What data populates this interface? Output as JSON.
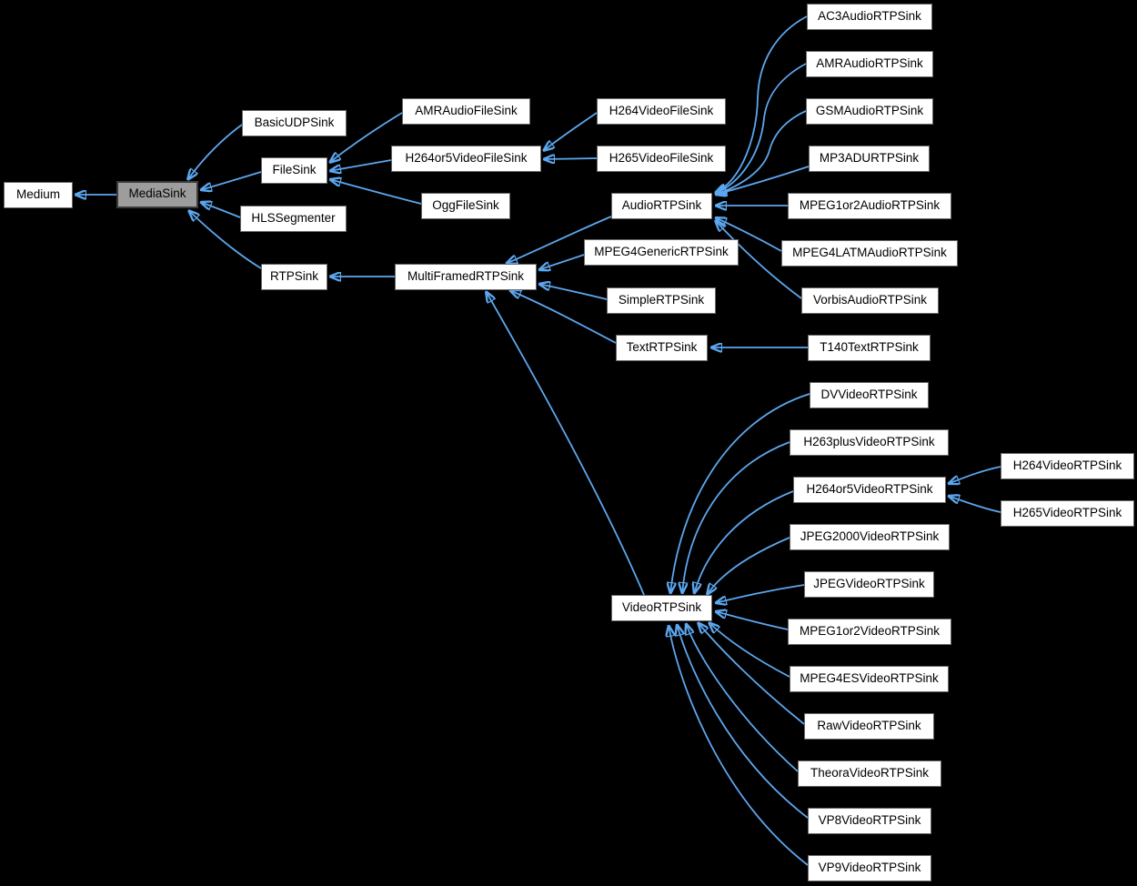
{
  "diagram": {
    "kind": "class-inheritance-graph",
    "colors": {
      "background": "#000000",
      "edge": "#5ca7ef",
      "node_fill": "#ffffff",
      "node_border": "#696969",
      "node_text": "#000000",
      "highlight_fill": "#9d9d9d",
      "highlight_border": "#3c3c3c"
    },
    "nodes": [
      {
        "label": "Medium"
      },
      {
        "label": "MediaSink",
        "highlighted": true
      },
      {
        "label": "BasicUDPSink"
      },
      {
        "label": "FileSink"
      },
      {
        "label": "HLSSegmenter"
      },
      {
        "label": "RTPSink"
      },
      {
        "label": "AMRAudioFileSink"
      },
      {
        "label": "H264or5VideoFileSink"
      },
      {
        "label": "OggFileSink"
      },
      {
        "label": "MultiFramedRTPSink"
      },
      {
        "label": "H264VideoFileSink"
      },
      {
        "label": "H265VideoFileSink"
      },
      {
        "label": "AudioRTPSink"
      },
      {
        "label": "MPEG4GenericRTPSink"
      },
      {
        "label": "SimpleRTPSink"
      },
      {
        "label": "TextRTPSink"
      },
      {
        "label": "VideoRTPSink"
      },
      {
        "label": "AC3AudioRTPSink"
      },
      {
        "label": "AMRAudioRTPSink"
      },
      {
        "label": "GSMAudioRTPSink"
      },
      {
        "label": "MP3ADURTPSink"
      },
      {
        "label": "MPEG1or2AudioRTPSink"
      },
      {
        "label": "MPEG4LATMAudioRTPSink"
      },
      {
        "label": "VorbisAudioRTPSink"
      },
      {
        "label": "T140TextRTPSink"
      },
      {
        "label": "DVVideoRTPSink"
      },
      {
        "label": "H263plusVideoRTPSink"
      },
      {
        "label": "H264or5VideoRTPSink"
      },
      {
        "label": "JPEG2000VideoRTPSink"
      },
      {
        "label": "JPEGVideoRTPSink"
      },
      {
        "label": "MPEG1or2VideoRTPSink"
      },
      {
        "label": "MPEG4ESVideoRTPSink"
      },
      {
        "label": "RawVideoRTPSink"
      },
      {
        "label": "TheoraVideoRTPSink"
      },
      {
        "label": "VP8VideoRTPSink"
      },
      {
        "label": "VP9VideoRTPSink"
      },
      {
        "label": "H264VideoRTPSink"
      },
      {
        "label": "H265VideoRTPSink"
      }
    ],
    "edges": [
      {
        "from": "MediaSink",
        "to": "Medium"
      },
      {
        "from": "BasicUDPSink",
        "to": "MediaSink"
      },
      {
        "from": "FileSink",
        "to": "MediaSink"
      },
      {
        "from": "HLSSegmenter",
        "to": "MediaSink"
      },
      {
        "from": "RTPSink",
        "to": "MediaSink"
      },
      {
        "from": "AMRAudioFileSink",
        "to": "FileSink"
      },
      {
        "from": "H264or5VideoFileSink",
        "to": "FileSink"
      },
      {
        "from": "OggFileSink",
        "to": "FileSink"
      },
      {
        "from": "H264VideoFileSink",
        "to": "H264or5VideoFileSink"
      },
      {
        "from": "H265VideoFileSink",
        "to": "H264or5VideoFileSink"
      },
      {
        "from": "MultiFramedRTPSink",
        "to": "RTPSink"
      },
      {
        "from": "AudioRTPSink",
        "to": "MultiFramedRTPSink"
      },
      {
        "from": "MPEG4GenericRTPSink",
        "to": "MultiFramedRTPSink"
      },
      {
        "from": "SimpleRTPSink",
        "to": "MultiFramedRTPSink"
      },
      {
        "from": "TextRTPSink",
        "to": "MultiFramedRTPSink"
      },
      {
        "from": "VideoRTPSink",
        "to": "MultiFramedRTPSink"
      },
      {
        "from": "AC3AudioRTPSink",
        "to": "AudioRTPSink"
      },
      {
        "from": "AMRAudioRTPSink",
        "to": "AudioRTPSink"
      },
      {
        "from": "GSMAudioRTPSink",
        "to": "AudioRTPSink"
      },
      {
        "from": "MP3ADURTPSink",
        "to": "AudioRTPSink"
      },
      {
        "from": "MPEG1or2AudioRTPSink",
        "to": "AudioRTPSink"
      },
      {
        "from": "MPEG4LATMAudioRTPSink",
        "to": "AudioRTPSink"
      },
      {
        "from": "VorbisAudioRTPSink",
        "to": "AudioRTPSink"
      },
      {
        "from": "T140TextRTPSink",
        "to": "TextRTPSink"
      },
      {
        "from": "DVVideoRTPSink",
        "to": "VideoRTPSink"
      },
      {
        "from": "H263plusVideoRTPSink",
        "to": "VideoRTPSink"
      },
      {
        "from": "H264or5VideoRTPSink",
        "to": "VideoRTPSink"
      },
      {
        "from": "JPEG2000VideoRTPSink",
        "to": "VideoRTPSink"
      },
      {
        "from": "JPEGVideoRTPSink",
        "to": "VideoRTPSink"
      },
      {
        "from": "MPEG1or2VideoRTPSink",
        "to": "VideoRTPSink"
      },
      {
        "from": "MPEG4ESVideoRTPSink",
        "to": "VideoRTPSink"
      },
      {
        "from": "RawVideoRTPSink",
        "to": "VideoRTPSink"
      },
      {
        "from": "TheoraVideoRTPSink",
        "to": "VideoRTPSink"
      },
      {
        "from": "VP8VideoRTPSink",
        "to": "VideoRTPSink"
      },
      {
        "from": "VP9VideoRTPSink",
        "to": "VideoRTPSink"
      },
      {
        "from": "H264VideoRTPSink",
        "to": "H264or5VideoRTPSink"
      },
      {
        "from": "H265VideoRTPSink",
        "to": "H264or5VideoRTPSink"
      }
    ]
  }
}
